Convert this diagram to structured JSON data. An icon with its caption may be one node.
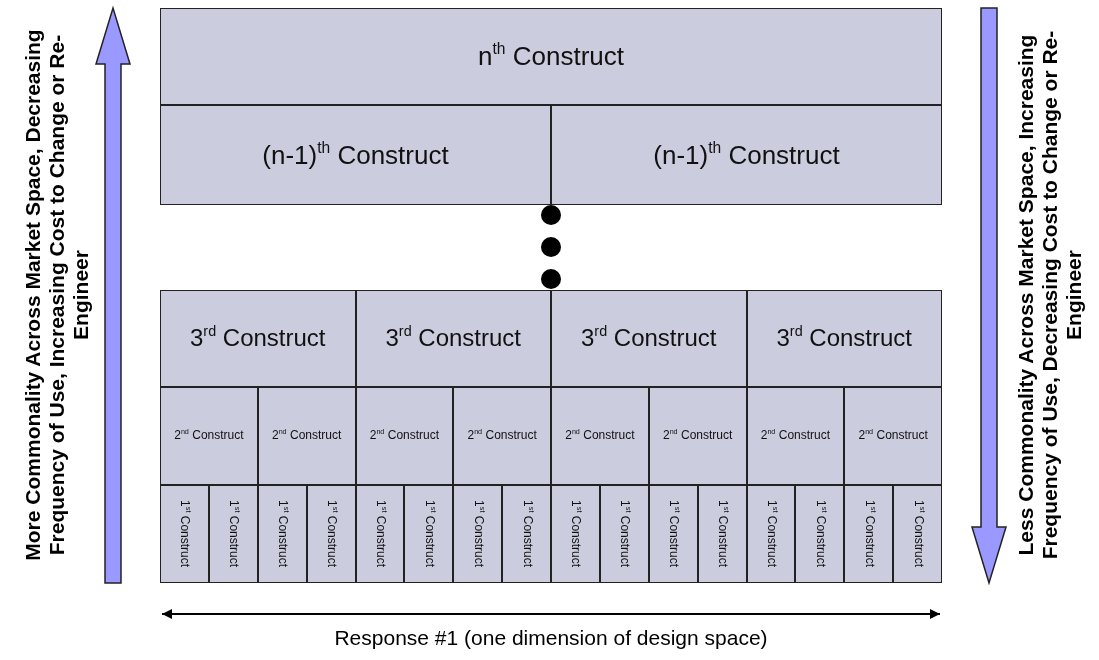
{
  "diagram": {
    "nodes": [
      {
        "text": [
          "n$^{th}$ Construct"
        ]
      },
      {
        "text": [
          "(n-1)$^{th}$ Construct"
        ]
      },
      {
        "text": [
          "(n-1)$^{th}$ Construct"
        ]
      },
      {
        "text": [
          "3$^{rd}$ Construct"
        ]
      },
      {
        "text": [
          "3$^{rd}$ Construct"
        ]
      },
      {
        "text": [
          "3$^{rd}$ Construct"
        ]
      },
      {
        "text": [
          "3$^{rd}$ Construct"
        ]
      },
      {
        "text": [
          "2$^{nd}$ Construct"
        ]
      },
      {
        "text": [
          "2$^{nd}$ Construct"
        ]
      },
      {
        "text": [
          "2$^{nd}$ Construct"
        ]
      },
      {
        "text": [
          "2$^{nd}$ Construct"
        ]
      },
      {
        "text": [
          "2$^{nd}$ Construct"
        ]
      },
      {
        "text": [
          "2$^{nd}$ Construct"
        ]
      },
      {
        "text": [
          "2$^{nd}$ Construct"
        ]
      },
      {
        "text": [
          "2$^{nd}$ Construct"
        ]
      },
      {
        "text": [
          "1$^{st}$ Construct"
        ]
      },
      {
        "text": [
          "1$^{st}$ Construct"
        ]
      },
      {
        "text": [
          "1$^{st}$ Construct"
        ]
      },
      {
        "text": [
          "1$^{st}$ Construct"
        ]
      },
      {
        "text": [
          "1$^{st}$ Construct"
        ]
      },
      {
        "text": [
          "1$^{st}$ Construct"
        ]
      },
      {
        "text": [
          "1$^{st}$ Construct"
        ]
      },
      {
        "text": [
          "1$^{st}$ Construct"
        ]
      },
      {
        "text": [
          "1$^{st}$ Construct"
        ]
      },
      {
        "text": [
          "1$^{st}$ Construct"
        ]
      },
      {
        "text": [
          "1$^{st}$ Construct"
        ]
      },
      {
        "text": [
          "1$^{st}$ Construct"
        ]
      },
      {
        "text": [
          "1$^{st}$ Construct"
        ]
      },
      {
        "text": [
          "1$^{st}$ Construct"
        ]
      },
      {
        "text": [
          "1$^{st}$ Construct"
        ]
      },
      {
        "text": [
          "1$^{st}$ Construct"
        ]
      }
    ],
    "labels": [
      "More Commonality Across Market Space, Decreasing Frequency of Use, Increasing Cost to Change or Re-Engineer",
      "Less Commonality Across Market Space, Increasing Frequency of Use, Decreasing Cost to Change or Re-Engineer",
      "Response #1 (one dimension of design space)"
    ]
  }
}
